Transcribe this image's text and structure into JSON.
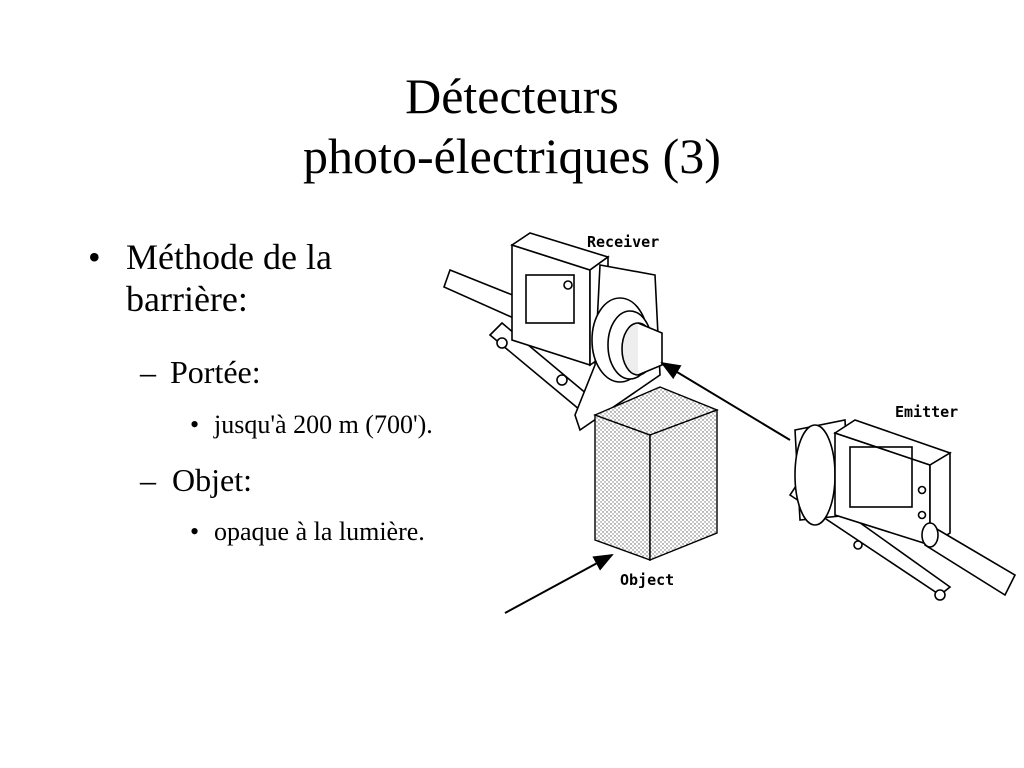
{
  "title": {
    "line1": "Détecteurs",
    "line2": "photo-électriques (3)"
  },
  "content": {
    "bullet_method": {
      "marker": "•",
      "line1": "Méthode de la",
      "line2": "barrière:"
    },
    "range": {
      "marker": "–",
      "label": "Portée:",
      "sub_marker": "•",
      "value": "jusqu'à 200 m (700')."
    },
    "object": {
      "marker": "–",
      "label": "Objet:",
      "sub_marker": "•",
      "value": "opaque à la lumière."
    }
  },
  "diagram": {
    "receiver_label": "Receiver",
    "emitter_label": "Emitter",
    "object_label": "Object"
  }
}
